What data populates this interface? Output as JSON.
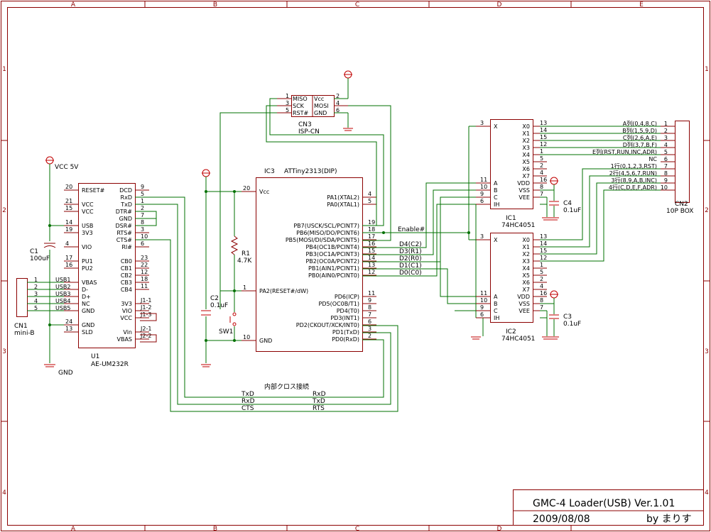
{
  "frame": {
    "cols": [
      "A",
      "B",
      "C",
      "D",
      "E"
    ],
    "rows": [
      "1",
      "2",
      "3",
      "4"
    ]
  },
  "title_block": {
    "title": "GMC-4 Loader(USB) Ver.1.01",
    "date": "2009/08/08",
    "author": "by まりす"
  },
  "power": {
    "vcc": "VCC 5V",
    "gnd": "GND"
  },
  "c1": {
    "name": "C1",
    "value": "100uF"
  },
  "cn1": {
    "name": "CN1",
    "type": "mini-B",
    "pins": [
      "1",
      "2",
      "3",
      "4",
      "5"
    ],
    "nets": [
      "USB1",
      "USB2",
      "USB3",
      "USB4",
      "USB5"
    ]
  },
  "u1": {
    "name": "U1",
    "type": "AE-UM232R",
    "left": [
      {
        "num": "20",
        "name": "RESET#"
      },
      {
        "num": "21",
        "name": "VCC"
      },
      {
        "num": "15",
        "name": "VCC"
      },
      {
        "num": "14",
        "name": "USB"
      },
      {
        "num": "19",
        "name": "3V3"
      },
      {
        "num": "4",
        "name": "VIO"
      },
      {
        "num": "17",
        "name": "PU1"
      },
      {
        "num": "16",
        "name": "PU2"
      },
      {
        "num": "",
        "name": "VBAS"
      },
      {
        "num": "",
        "name": "D-"
      },
      {
        "num": "",
        "name": "D+"
      },
      {
        "num": "",
        "name": "NC"
      },
      {
        "num": "",
        "name": "GND"
      },
      {
        "num": "24",
        "name": "GND"
      },
      {
        "num": "13",
        "name": "SLD"
      }
    ],
    "right": [
      {
        "num": "9",
        "name": "DCD"
      },
      {
        "num": "5",
        "name": "RxD"
      },
      {
        "num": "1",
        "name": "TxD"
      },
      {
        "num": "2",
        "name": "DTR#"
      },
      {
        "num": "7",
        "name": "GND"
      },
      {
        "num": "8",
        "name": "DSR#"
      },
      {
        "num": "3",
        "name": "RTS#"
      },
      {
        "num": "10",
        "name": "CTS#"
      },
      {
        "num": "6",
        "name": "RI#"
      },
      {
        "num": "23",
        "name": "CB0"
      },
      {
        "num": "22",
        "name": "CB1"
      },
      {
        "num": "12",
        "name": "CB2"
      },
      {
        "num": "18",
        "name": "CB3"
      },
      {
        "num": "11",
        "name": "CB4"
      },
      {
        "num": "J1-1",
        "name": "3V3"
      },
      {
        "num": "J1-2",
        "name": "VIO"
      },
      {
        "num": "J1-3",
        "name": "VCC"
      },
      {
        "num": "J2-1",
        "name": "Vin"
      },
      {
        "num": "J2-2",
        "name": "VBAS"
      }
    ]
  },
  "cn3": {
    "name": "CN3",
    "type": "ISP-CN",
    "pins": [
      {
        "l": "1",
        "ln": "MISO",
        "rn": "Vcc",
        "r": "2"
      },
      {
        "l": "3",
        "ln": "SCK",
        "rn": "MOSI",
        "r": "4"
      },
      {
        "l": "5",
        "ln": "RST#",
        "rn": "GND",
        "r": "6"
      }
    ]
  },
  "ic3": {
    "name": "IC3",
    "type": "ATTiny2313(DIP)",
    "left": [
      {
        "num": "20",
        "name": "Vcc"
      },
      {
        "num": "1",
        "name": "PA2(RESET#/dW)"
      },
      {
        "num": "10",
        "name": "GND"
      }
    ],
    "right": [
      {
        "num": "4",
        "name": "PA1(XTAL2)"
      },
      {
        "num": "5",
        "name": "PA0(XTAL1)"
      },
      {
        "num": "19",
        "name": "PB7(USCK/SCL/PCINT7)"
      },
      {
        "num": "18",
        "name": "PB6(MISO/DO/PCINT6)"
      },
      {
        "num": "17",
        "name": "PB5(MOSI/DI/SDA/PCINT5)"
      },
      {
        "num": "16",
        "name": "PB4(OC1B/PCINT4)"
      },
      {
        "num": "15",
        "name": "PB3(OC1A/PCINT3)"
      },
      {
        "num": "14",
        "name": "PB2(OC0A/PCINT2)"
      },
      {
        "num": "13",
        "name": "PB1(AIN1/PCINT1)"
      },
      {
        "num": "12",
        "name": "PB0(AIN0/PCINT0)"
      },
      {
        "num": "11",
        "name": "PD6(ICP)"
      },
      {
        "num": "9",
        "name": "PD5(OC0B/T1)"
      },
      {
        "num": "8",
        "name": "PD4(T0)"
      },
      {
        "num": "7",
        "name": "PD3(INT1)"
      },
      {
        "num": "6",
        "name": "PD2(CKOUT/XCK/INT0)"
      },
      {
        "num": "3",
        "name": "PD1(TxD)"
      },
      {
        "num": "2",
        "name": "PD0(RxD)"
      }
    ]
  },
  "r1": {
    "name": "R1",
    "value": "4.7K"
  },
  "c2": {
    "name": "C2",
    "value": "0.1uF"
  },
  "sw1": {
    "name": "SW1"
  },
  "nets": {
    "enable": "Enable#",
    "d4": "D4(C2)",
    "d3": "D3(R1)",
    "d2": "D2(R0)",
    "d1": "D1(C1)",
    "d0": "D0(C0)",
    "cross_title": "内部クロス接続",
    "cross": [
      {
        "l": "TxD",
        "r": "RxD"
      },
      {
        "l": "RxD",
        "r": "TxD"
      },
      {
        "l": "CTS",
        "r": "RTS"
      }
    ]
  },
  "ic1": {
    "name": "IC1",
    "type": "74HC4051",
    "left": [
      {
        "num": "3",
        "name": "X"
      },
      {
        "num": "11",
        "name": "A"
      },
      {
        "num": "10",
        "name": "B"
      },
      {
        "num": "9",
        "name": "C"
      },
      {
        "num": "6",
        "name": "IH"
      }
    ],
    "right": [
      {
        "num": "13",
        "name": "X0"
      },
      {
        "num": "14",
        "name": "X1"
      },
      {
        "num": "15",
        "name": "X2"
      },
      {
        "num": "12",
        "name": "X3"
      },
      {
        "num": "1",
        "name": "X4"
      },
      {
        "num": "5",
        "name": "X5"
      },
      {
        "num": "2",
        "name": "X6"
      },
      {
        "num": "4",
        "name": "X7"
      },
      {
        "num": "16",
        "name": "VDD"
      },
      {
        "num": "8",
        "name": "VSS"
      },
      {
        "num": "7",
        "name": "VEE"
      }
    ]
  },
  "ic2": {
    "name": "IC2",
    "type": "74HC4051",
    "left": [
      {
        "num": "3",
        "name": "X"
      },
      {
        "num": "11",
        "name": "A"
      },
      {
        "num": "10",
        "name": "B"
      },
      {
        "num": "9",
        "name": "C"
      },
      {
        "num": "6",
        "name": "IH"
      }
    ],
    "right": [
      {
        "num": "13",
        "name": "X0"
      },
      {
        "num": "14",
        "name": "X1"
      },
      {
        "num": "15",
        "name": "X2"
      },
      {
        "num": "12",
        "name": "X3"
      },
      {
        "num": "1",
        "name": "X4"
      },
      {
        "num": "5",
        "name": "X5"
      },
      {
        "num": "2",
        "name": "X6"
      },
      {
        "num": "4",
        "name": "X7"
      },
      {
        "num": "16",
        "name": "VDD"
      },
      {
        "num": "8",
        "name": "VSS"
      },
      {
        "num": "7",
        "name": "VEE"
      }
    ]
  },
  "c4": {
    "name": "C4",
    "value": "0.1uF"
  },
  "c3": {
    "name": "C3",
    "value": "0.1uF"
  },
  "cn2": {
    "name": "CN2",
    "type": "10P BOX",
    "nets": [
      "A列(0,4,8,C)",
      "B列(1,5,9,D)",
      "C列(2,6,A,E)",
      "D列(3,7,B,F)",
      "E列(RST,RUN,INC,ADR)",
      "NC",
      "1行(0,1,2,3,RST)",
      "2行(4,5,6,7,RUN)",
      "3行(8,9,A,B,INC)",
      "4行(C,D,E,F,ADR)"
    ],
    "pins": [
      "1",
      "2",
      "3",
      "4",
      "5",
      "6",
      "7",
      "8",
      "9",
      "10"
    ]
  }
}
